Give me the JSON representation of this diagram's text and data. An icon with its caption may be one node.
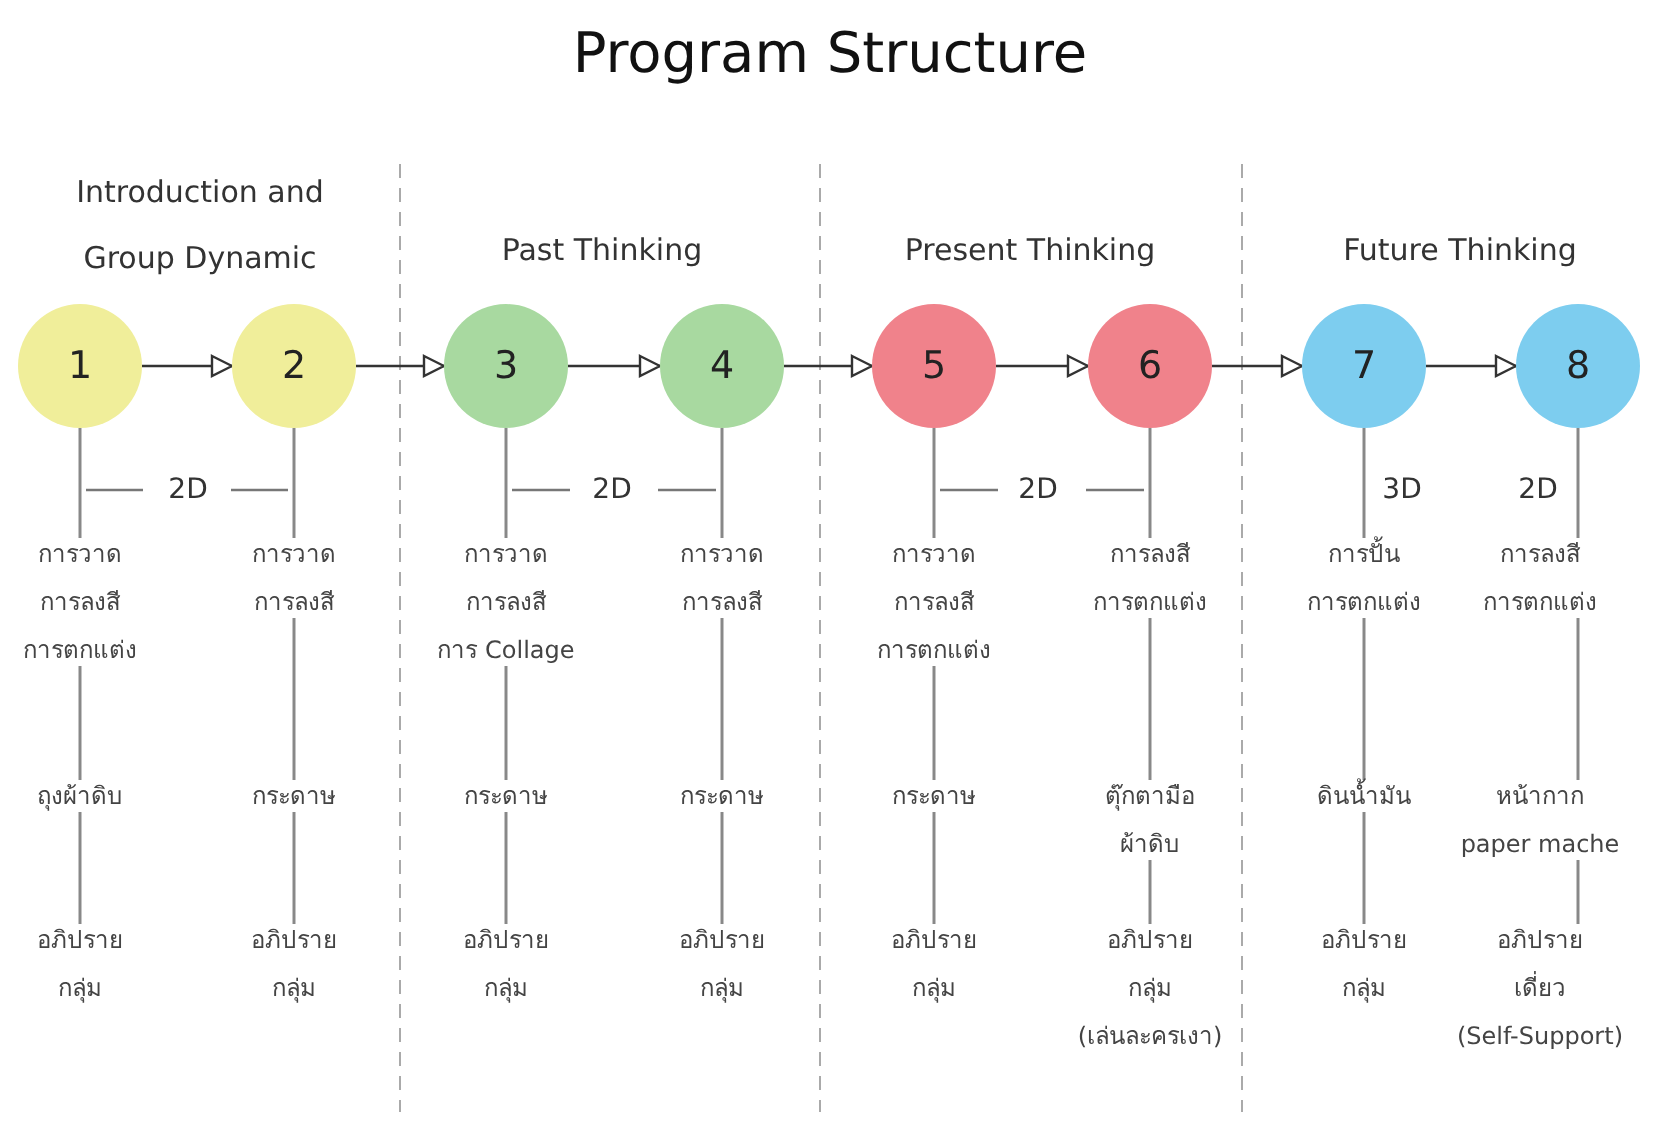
{
  "diagram": {
    "title": "Program Structure",
    "nodes": [
      {
        "text": [
          "1"
        ]
      },
      {
        "text": [
          "2"
        ]
      },
      {
        "text": [
          "3"
        ]
      },
      {
        "text": [
          "4"
        ]
      },
      {
        "text": [
          "5"
        ]
      },
      {
        "text": [
          "6"
        ]
      },
      {
        "text": [
          "7"
        ]
      },
      {
        "text": [
          "8"
        ]
      },
      {
        "text": [
          "การวาด",
          "การลงสี",
          "การตกแต่ง"
        ]
      },
      {
        "text": [
          "ถุงผ้าดิบ"
        ]
      },
      {
        "text": [
          "อภิปราย",
          "กลุ่ม"
        ]
      },
      {
        "text": [
          "การวาด",
          "การลงสี"
        ]
      },
      {
        "text": [
          "กระดาษ"
        ]
      },
      {
        "text": [
          "อภิปราย",
          "กลุ่ม"
        ]
      },
      {
        "text": [
          "การวาด",
          "การลงสี",
          "การ Collage"
        ]
      },
      {
        "text": [
          "กระดาษ"
        ]
      },
      {
        "text": [
          "อภิปราย",
          "กลุ่ม"
        ]
      },
      {
        "text": [
          "การวาด",
          "การลงสี"
        ]
      },
      {
        "text": [
          "กระดาษ"
        ]
      },
      {
        "text": [
          "อภิปราย",
          "กลุ่ม"
        ]
      },
      {
        "text": [
          "การวาด",
          "การลงสี",
          "การตกแต่ง"
        ]
      },
      {
        "text": [
          "กระดาษ"
        ]
      },
      {
        "text": [
          "อภิปราย",
          "กลุ่ม"
        ]
      },
      {
        "text": [
          "การลงสี",
          "การตกแต่ง"
        ]
      },
      {
        "text": [
          "ตุ๊กตามือ",
          "ผ้าดิบ"
        ]
      },
      {
        "text": [
          "อภิปราย",
          "กลุ่ม",
          "(เล่นละครเงา)"
        ]
      },
      {
        "text": [
          "การปั้น",
          "การตกแต่ง"
        ]
      },
      {
        "text": [
          "ดินน้ำมัน"
        ]
      },
      {
        "text": [
          "อภิปราย",
          "กลุ่ม"
        ]
      },
      {
        "text": [
          "การลงสี",
          "การตกแต่ง"
        ]
      },
      {
        "text": [
          "หน้ากาก",
          "paper mache"
        ]
      },
      {
        "text": [
          "อภิปราย",
          "เดี่ยว",
          "(Self-Support)"
        ]
      }
    ],
    "edges": [
      {
        "from": 0,
        "to": 1,
        "arrow": "to"
      },
      {
        "from": 1,
        "to": 2,
        "arrow": "to"
      },
      {
        "from": 2,
        "to": 3,
        "arrow": "to"
      },
      {
        "from": 3,
        "to": 4,
        "arrow": "to"
      },
      {
        "from": 4,
        "to": 5,
        "arrow": "to"
      },
      {
        "from": 5,
        "to": 6,
        "arrow": "to"
      },
      {
        "from": 6,
        "to": 7,
        "arrow": "to"
      },
      {
        "from": 0,
        "to": 8,
        "arrow": "none"
      },
      {
        "from": 8,
        "to": 9,
        "arrow": "none"
      },
      {
        "from": 9,
        "to": 10,
        "arrow": "none"
      },
      {
        "from": 1,
        "to": 11,
        "arrow": "none"
      },
      {
        "from": 11,
        "to": 12,
        "arrow": "none"
      },
      {
        "from": 12,
        "to": 13,
        "arrow": "none"
      },
      {
        "from": 2,
        "to": 14,
        "arrow": "none"
      },
      {
        "from": 14,
        "to": 15,
        "arrow": "none"
      },
      {
        "from": 15,
        "to": 16,
        "arrow": "none"
      },
      {
        "from": 3,
        "to": 17,
        "arrow": "none"
      },
      {
        "from": 17,
        "to": 18,
        "arrow": "none"
      },
      {
        "from": 18,
        "to": 19,
        "arrow": "none"
      },
      {
        "from": 4,
        "to": 20,
        "arrow": "none"
      },
      {
        "from": 20,
        "to": 21,
        "arrow": "none"
      },
      {
        "from": 21,
        "to": 22,
        "arrow": "none"
      },
      {
        "from": 5,
        "to": 23,
        "arrow": "none"
      },
      {
        "from": 23,
        "to": 24,
        "arrow": "none"
      },
      {
        "from": 24,
        "to": 25,
        "arrow": "none"
      },
      {
        "from": 6,
        "to": 26,
        "arrow": "none"
      },
      {
        "from": 26,
        "to": 27,
        "arrow": "none"
      },
      {
        "from": 27,
        "to": 28,
        "arrow": "none"
      },
      {
        "from": 7,
        "to": 29,
        "arrow": "none"
      },
      {
        "from": 29,
        "to": 30,
        "arrow": "none"
      },
      {
        "from": 30,
        "to": 31,
        "arrow": "none"
      }
    ],
    "labels": [
      "Introduction and Group Dynamic",
      "Past Thinking",
      "Present Thinking",
      "Future Thinking",
      "2D",
      "2D",
      "2D",
      "3D",
      "2D"
    ]
  }
}
